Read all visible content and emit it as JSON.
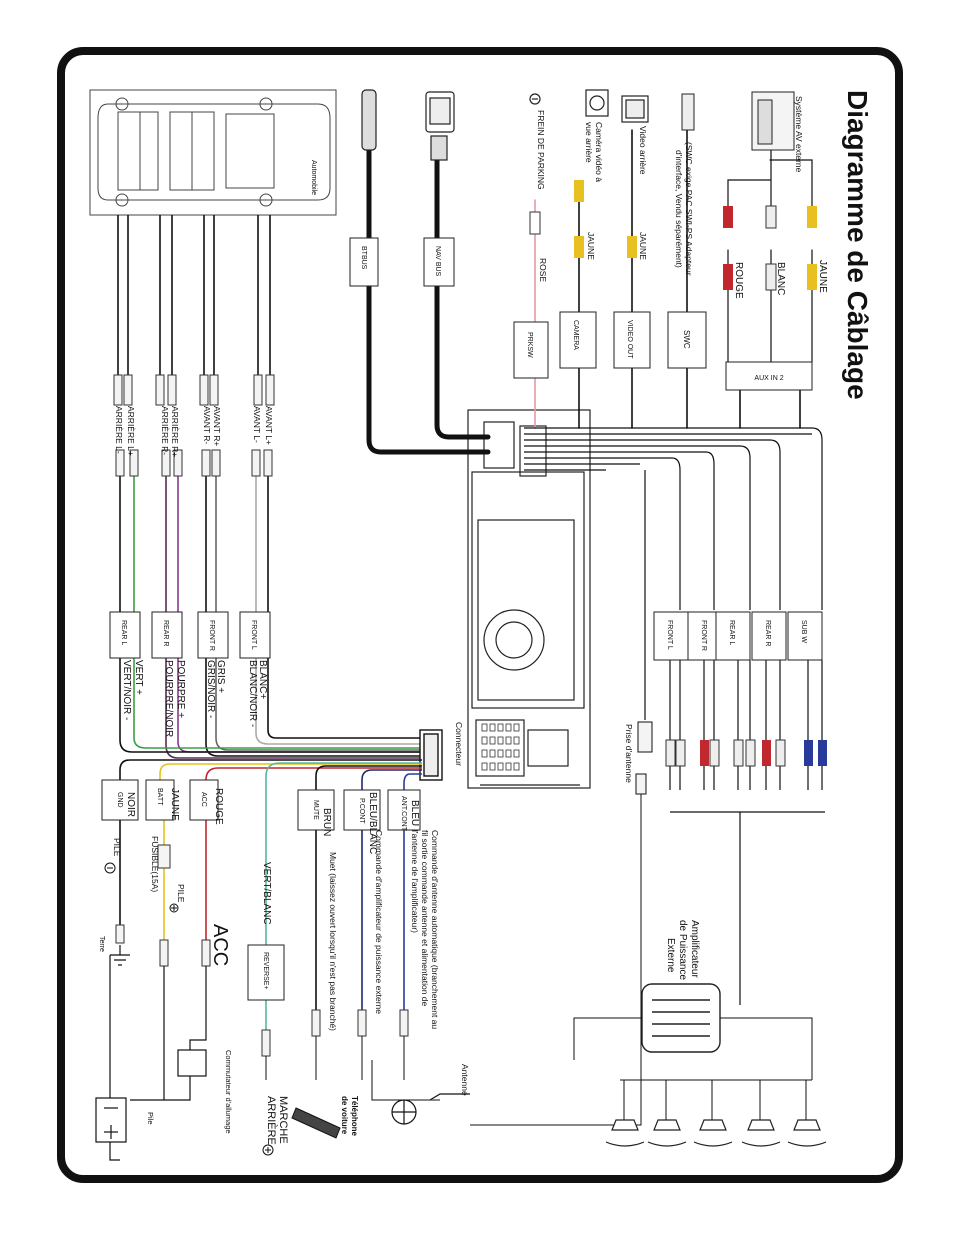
{
  "title": "Diagramme de Câblage",
  "top_labels": {
    "ext_av": "Système AV externe",
    "swc_note_1": "(SWC exige PAC SWI-PS Adapteur",
    "swc_note_2": "d'interface, Vendu séparément)",
    "video_arriere": "Video arrière",
    "camera_1": "Caméra vidéo à",
    "camera_2": "vue arrière",
    "frein": "FREIN DE PARKING",
    "jaune": "JAUNE",
    "blanc": "BLANC",
    "rouge": "ROUGE",
    "rose": "ROSE"
  },
  "boxes": {
    "aux_in2": "AUX IN 2",
    "swc": "SWC",
    "video_out": "VIDEO OUT",
    "camera": "CAMERA",
    "prksw": "PRKSW",
    "nav_bus": "NAV BUS",
    "btbus": "BTBUS",
    "front_l": "FRONT L",
    "front_r": "FRONT R",
    "rear_l": "REAR L",
    "rear_r": "REAR R",
    "sub_w": "SUB W",
    "gnd": "GND",
    "batt": "BATT",
    "acc": "ACC",
    "mute": "MUTE",
    "pcont": "P.CONT",
    "antcont": "ANT.CONT",
    "reverse": "REVERSE+"
  },
  "speaker_labels": {
    "avant_l_plus": "AVANT L+",
    "avant_l_minus": "AVANT L-",
    "avant_r_plus": "AVANT R+",
    "avant_r_minus": "AVANT R-",
    "arriere_r_plus": "ARRIÈRE R+",
    "arriere_r_minus": "ARRIÈRE R-",
    "arriere_l_plus": "ARRIÈRE L+",
    "arriere_l_minus": "ARRIÈRE L-",
    "automobile": "Automobile"
  },
  "wire_colors": {
    "blanc_plus": "BLANC+",
    "blanc_noir": "BLANC/NOIR -",
    "gris_plus": "GRIS +",
    "gris_noir": "GRIS/NOIR -",
    "pourpre_plus": "POURPRE +",
    "pourpre_noir": "POURPRE/NOIR",
    "vert_plus": "VERT +",
    "vert_noir": "VERT/NOIR -",
    "noir": "NOIR",
    "jaune": "JAUNE",
    "rouge": "ROUGE",
    "brun": "BRUN",
    "bleu_blanc": "BLEU/BLANC",
    "bleu": "BLEU",
    "vert_blanc": "VERT/BLANC"
  },
  "descriptions": {
    "connecteur": "Connecteur",
    "prise_antenne": "Prise d'antenne",
    "ampli_1": "Amplificateur",
    "ampli_2": "de Puissance",
    "ampli_3": "Externe",
    "ant_cmd_1": "Commande d'antenne automatique (branchement au",
    "ant_cmd_2": "fil sortie commande antenne et alimentation de",
    "ant_cmd_3": "l'antenne de l'amplificateur)",
    "ampli_cmd": "Commande d'amplificateur de puissance externe",
    "mute": "Muet (laissez ouvert lorsqu'il n'est pas branché)",
    "antenne": "Antenne",
    "telephone_1": "Téléphone",
    "telephone_2": "de voiture",
    "marche_1": "MARCHE",
    "marche_2": "ARRIÈRE",
    "acc_big": "ACC",
    "pile_plus": "PILE",
    "pile_minus": "PILE",
    "fusible": "FUSIBLE(15A)",
    "terre": "Terre",
    "commutateur": "Commutateur d'allumage",
    "pile": "Pile"
  },
  "colors": {
    "black": "#111111",
    "red": "#c0282d",
    "yellow": "#e8c020",
    "blue": "#2a3a9a",
    "green": "#3aa048",
    "purple": "#8a3a8a",
    "gray": "#888888",
    "pink": "#e59aa6",
    "teal": "#55b8a0",
    "darkblue": "#1e2a6e"
  }
}
